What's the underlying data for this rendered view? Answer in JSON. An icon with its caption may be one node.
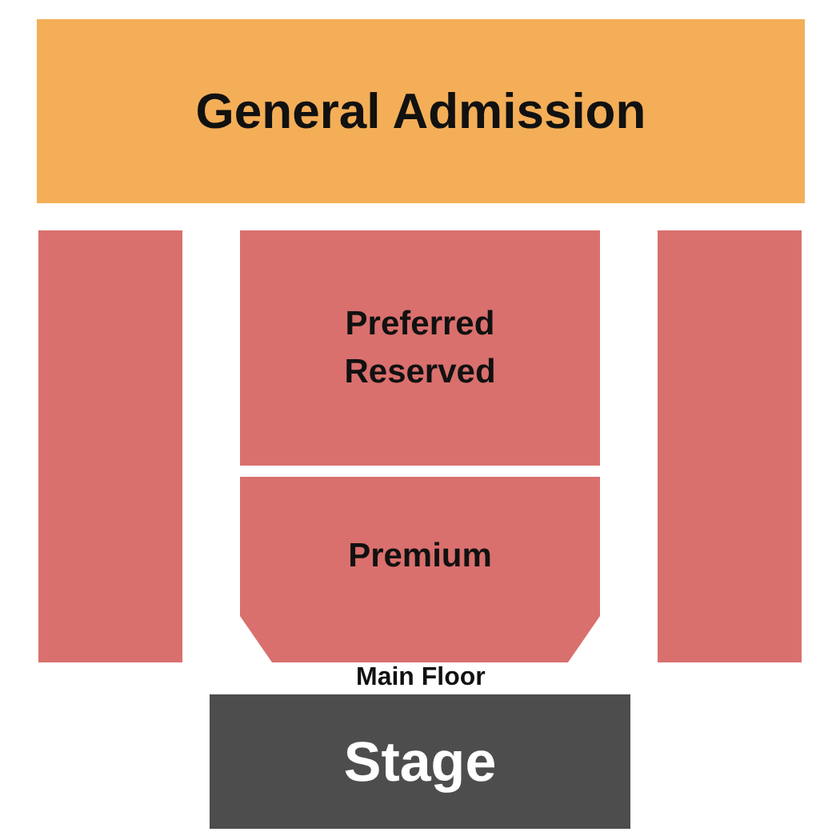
{
  "diagram": {
    "nodes": [
      {
        "text": [
          "General Admission"
        ]
      },
      {
        "text": [],
        "shape": "box"
      },
      {
        "text": [
          "Preferred Reserved"
        ]
      },
      {
        "text": [],
        "shape": "box"
      },
      {
        "text": [
          "Premium"
        ]
      },
      {
        "text": [
          "Stage"
        ]
      }
    ],
    "edges": [],
    "labels": [
      "Main Floor"
    ]
  }
}
